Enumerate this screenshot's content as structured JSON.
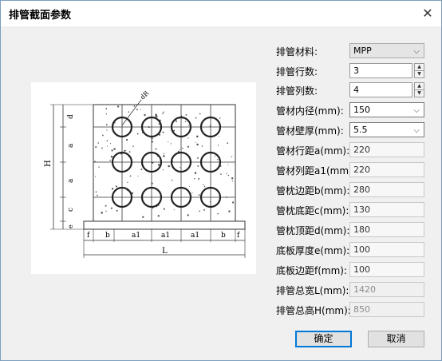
{
  "window": {
    "title": "排管截面参数",
    "close_glyph": "✕"
  },
  "drawing": {
    "dim_H": "H",
    "dim_L": "L",
    "dim_d": "d",
    "dim_a": "a",
    "dim_c": "c",
    "dim_e": "e",
    "dim_f": "f",
    "dim_b": "b",
    "dim_a1": "a1",
    "dim_dR": "dR"
  },
  "fields": {
    "material": {
      "label": "排管材料:",
      "value": "MPP"
    },
    "rows": {
      "label": "排管行数:",
      "value": "3"
    },
    "cols": {
      "label": "排管列数:",
      "value": "4"
    },
    "inner_dia": {
      "label": "管材内径(mm):",
      "value": "150"
    },
    "wall": {
      "label": "管材壁厚(mm):",
      "value": "5.5"
    },
    "row_pitch": {
      "label": "管材行距a(mm):",
      "value": "220"
    },
    "col_pitch": {
      "label": "管材列距a1(mm):",
      "value": "220"
    },
    "side_b": {
      "label": "管枕边距b(mm):",
      "value": "280"
    },
    "bottom_c": {
      "label": "管枕底距c(mm):",
      "value": "130"
    },
    "top_d": {
      "label": "管枕顶距d(mm):",
      "value": "180"
    },
    "base_e": {
      "label": "底板厚度e(mm):",
      "value": "100"
    },
    "base_f": {
      "label": "底板边距f(mm):",
      "value": "100"
    },
    "total_L": {
      "label": "排管总宽L(mm):",
      "value": "1420"
    },
    "total_H": {
      "label": "排管总高H(mm):",
      "value": "850"
    }
  },
  "buttons": {
    "ok": "确定",
    "cancel": "取消"
  },
  "icons": {
    "dropdown": "chevron-down-icon",
    "spin_up": "spin-up-icon",
    "spin_down": "spin-down-icon"
  }
}
